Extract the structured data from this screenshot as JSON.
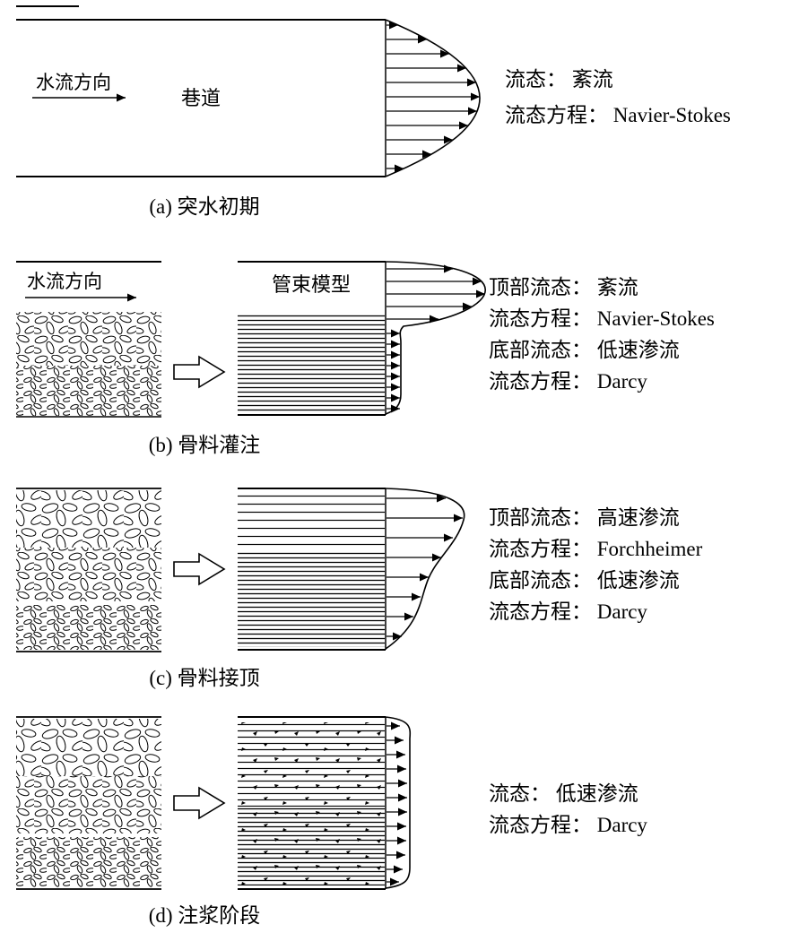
{
  "figure": {
    "colors": {
      "ink": "#000000",
      "background": "#ffffff"
    },
    "panels": [
      {
        "id": "a",
        "flow_direction": "水流方向",
        "channel_label": "巷道",
        "annotations": [
          "流态： 紊流",
          "流态方程： Navier-Stokes"
        ],
        "label": "(a) 突水初期"
      },
      {
        "id": "b",
        "flow_direction": "水流方向",
        "model_label": "管束模型",
        "annotations": [
          "顶部流态： 紊流",
          "流态方程： Navier-Stokes",
          "底部流态： 低速渗流",
          "流态方程： Darcy"
        ],
        "label": "(b) 骨料灌注"
      },
      {
        "id": "c",
        "annotations": [
          "顶部流态： 高速渗流",
          "流态方程： Forchheimer",
          "底部流态： 低速渗流",
          "流态方程： Darcy"
        ],
        "label": "(c) 骨料接顶"
      },
      {
        "id": "d",
        "annotations": [
          "流态： 低速渗流",
          "流态方程： Darcy"
        ],
        "label": "(d) 注浆阶段"
      }
    ]
  }
}
